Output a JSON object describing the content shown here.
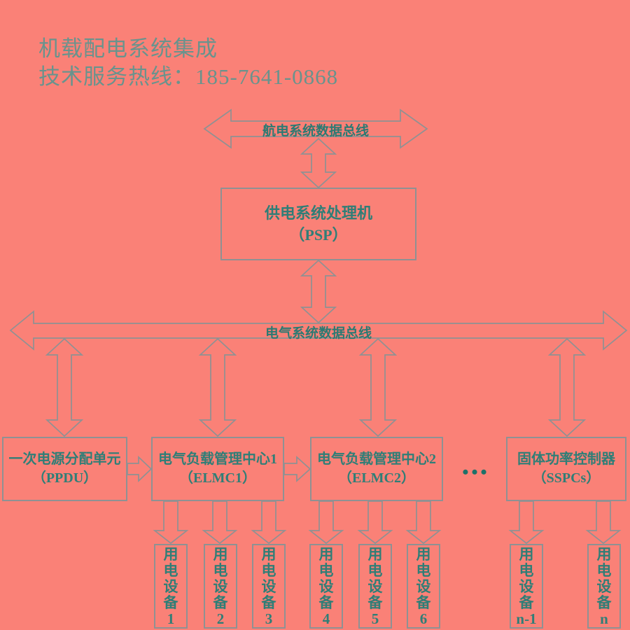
{
  "colors": {
    "background": "#FA8177",
    "line": "#8F9193",
    "text": "#2F7E77",
    "title_text": "#69938D"
  },
  "header": {
    "line1": "机载配电系统集成",
    "line2": "技术服务热线：185-7641-0868"
  },
  "avionics_bus": {
    "label": "航电系统数据总线"
  },
  "electrical_bus": {
    "label": "电气系统数据总线"
  },
  "psp_box": {
    "label": "供电系统处理机\n（PSP）"
  },
  "units": {
    "ppdu": {
      "label": "一次电源分配单元\n（PPDU）"
    },
    "elmc1": {
      "label": "电气负载管理中心1\n（ELMC1）"
    },
    "elmc2": {
      "label": "电气负载管理中心2\n（ELMC2）"
    },
    "sspcs": {
      "label": "固体功率控制器\n（SSPCs）"
    }
  },
  "ellipsis": "•••",
  "equipment": [
    {
      "label": "用\n电\n设\n备\n1"
    },
    {
      "label": "用\n电\n设\n备\n2"
    },
    {
      "label": "用\n电\n设\n备\n3"
    },
    {
      "label": "用\n电\n设\n备\n4"
    },
    {
      "label": "用\n电\n设\n备\n5"
    },
    {
      "label": "用\n电\n设\n备\n6"
    },
    {
      "label": "用\n电\n设\n备\nn-1"
    },
    {
      "label": "用\n电\n设\n备\nn"
    }
  ]
}
